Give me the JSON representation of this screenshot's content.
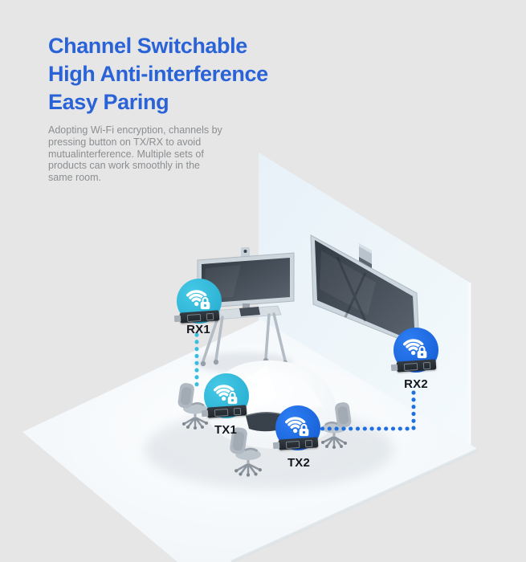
{
  "header": {
    "title_lines": [
      "Channel Switchable",
      "High Anti-interference",
      "Easy Paring"
    ],
    "description": "Adopting Wi-Fi encryption, channels by pressing button on TX/RX to avoid mutualinterference. Multiple sets of products can work smoothly in the same room."
  },
  "diagram": {
    "devices": [
      {
        "id": "rx1",
        "label": "RX1",
        "icon": "wifi-lock-icon",
        "dongle": "usb-dongle",
        "color": "#2fb9da"
      },
      {
        "id": "tx1",
        "label": "TX1",
        "icon": "wifi-lock-icon",
        "dongle": "usb-dongle",
        "color": "#2fb9da"
      },
      {
        "id": "tx2",
        "label": "TX2",
        "icon": "wifi-lock-icon",
        "dongle": "usb-dongle",
        "color": "#1b6ce2"
      },
      {
        "id": "rx2",
        "label": "RX2",
        "icon": "wifi-lock-icon",
        "dongle": "usb-dongle",
        "color": "#1b6ce2"
      }
    ],
    "connections": [
      {
        "from": "RX1",
        "to": "TX1",
        "style": "dotted",
        "color": "#35bedf"
      },
      {
        "from": "RX2",
        "to": "TX2",
        "style": "dotted",
        "color": "#1f6fe2"
      }
    ],
    "scene_objects": [
      "room-wall",
      "room-floor",
      "wall-mounted-display-with-camera",
      "display-on-rolling-cart-with-camera",
      "meeting-table",
      "laptop",
      "office-chairs"
    ]
  },
  "colors": {
    "background": "#e6e6e6",
    "heading": "#2a62d7",
    "body_text": "#8b8e91",
    "accent_cyan": "#2fb9da",
    "accent_blue": "#1b6ce2",
    "label_text": "#14171c"
  }
}
